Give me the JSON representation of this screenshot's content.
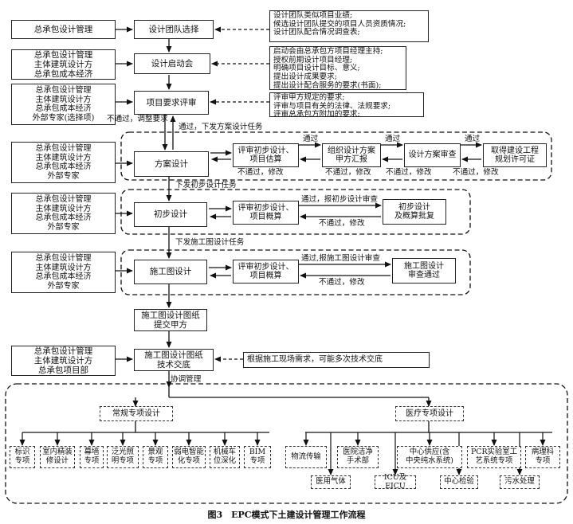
{
  "roles": {
    "r1": "总承包设计管理",
    "r2": "总承包设计管理\n主体建筑设计方\n总承包成本经济",
    "r3": "总承包设计管理\n主体建筑设计方\n总承包成本经济\n外部专家(选择项)",
    "r4": "总承包设计管理\n主体建筑设计方\n总承包成本经济\n外部专家",
    "r5": "总承包设计管理\n主体建筑设计方\n总承包成本经济\n外部专家",
    "r6": "总承包设计管理\n主体建筑设计方\n总承包成本经济\n外部专家",
    "r7": "总承包设计管理\n主体建筑设计方\n总承包项目部"
  },
  "steps": {
    "s1": "设计团队选择",
    "s2": "设计启动会",
    "s3": "项目要求评审",
    "s4": "方案设计",
    "s5": "初步设计",
    "s6": "施工图设计",
    "s7": "施工图设计图纸\n提交甲方",
    "s8": "施工图设计图纸\n技术交底"
  },
  "notes": {
    "n1": "设计团队类似项目业绩;\n候选设计团队提交的项目人员资质情况;\n设计团队配合情况调查表;",
    "n2": "启动会由总承包方项目经理主持;\n授权前期设计项目经理;\n明确项目设计目标、意义;\n提出设计成果要求;\n提出设计配合服务的要求(书面);",
    "n3": "评审甲方规定的要求;\n评审与项目有关的法律、法规要求;\n评审总承包方附加的要求;",
    "n8": "根据施工现场需求，可能多次技术交底"
  },
  "scheme": {
    "b1": "评审初步设计、\n项目估算",
    "b2": "组织设计方案\n甲方汇报",
    "b3": "设计方案审查",
    "b4": "取得建设工程\n规划许可证"
  },
  "prelim": {
    "b1": "评审初步设计、\n项目概算",
    "b2": "初步设计\n及概算批复"
  },
  "cd": {
    "b1": "评审初步设计、\n项目概算",
    "b2": "施工图设计\n审查通过"
  },
  "labels": {
    "pass": "通过",
    "fail": "不通过，修改",
    "fail_s3": "不通过，调整要求",
    "to_scheme": "通过，下发方案设计任务",
    "to_prelim": "下发初步设计任务",
    "to_cd": "下发施工图设计任务",
    "prelim_pass": "通过，报初步设计审查",
    "cd_pass": "通过,报施工图设计审查",
    "coord": "协调管理"
  },
  "special": {
    "regular": "常规专项设计",
    "medical": "医疗专项设计",
    "regular_items": [
      "标识\n专项",
      "室内精装\n修设计",
      "幕墙\n专项",
      "泛光照\n明专项",
      "景观\n专项",
      "弱电智能\n化专项",
      "机械车\n位深化",
      "BIM\n专项"
    ],
    "medical_top": [
      "物流传输",
      "医院洁净\n手术部",
      "中心供应(含\n中央纯水系统)",
      "PCR实验室工\n艺系统专项",
      "病理科\n专项"
    ],
    "medical_bottom": [
      "医用气体",
      "ICU及EICU",
      "中心检验",
      "污水处理"
    ]
  },
  "caption": "图3　EPC模式下土建设计管理工作流程"
}
